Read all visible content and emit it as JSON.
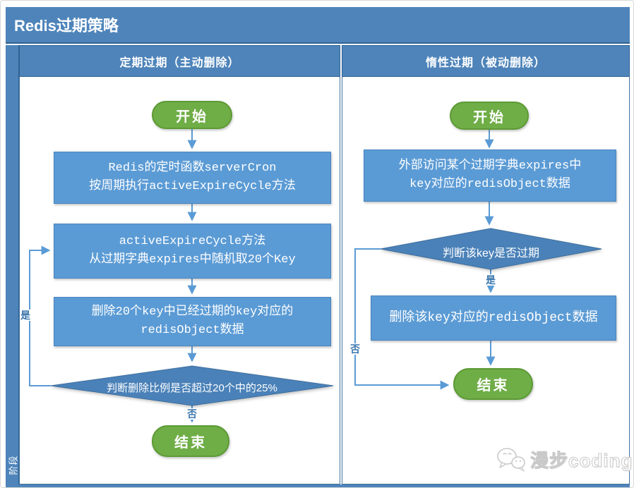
{
  "title": "Redis过期策略",
  "stage_label": "阶段",
  "lanes": [
    {
      "header": "定期过期（主动删除）",
      "nodes": {
        "start": "开始",
        "box1_line1": "Redis的定时函数serverCron",
        "box1_line2": "按周期执行activeExpireCycle方法",
        "box2_line1": "activeExpireCycle方法",
        "box2_line2": "从过期字典expires中随机取20个Key",
        "box3_line1": "删除20个key中已经过期的key对应的",
        "box3_line2": "redisObject数据",
        "decision": "判断删除比例是否超过20个中的25%",
        "yes_label": "是",
        "no_label": "否",
        "end": "结束"
      }
    },
    {
      "header": "惰性过期（被动删除）",
      "nodes": {
        "start": "开始",
        "box1_line1": "外部访问某个过期字典expires中",
        "box1_line2": "key对应的redisObject数据",
        "decision": "判断该key是否过期",
        "yes_label": "是",
        "no_label": "否",
        "box2": "删除该key对应的redisObject数据",
        "end": "结束"
      }
    }
  ],
  "watermark": {
    "icon": "wechat-icon",
    "text": "漫步coding"
  },
  "colors": {
    "frame_blue": "#4e84ba",
    "frame_border": "#2f6293",
    "process_box_blue": "#5b9bd5",
    "diamond_blue": "#4a81b8",
    "start_end_green": "#6fad47",
    "green_border": "#5c9a35",
    "arrow_blue": "#5b9bd5",
    "yes_no_label_blue": "#3c77ad",
    "watermark_gray": "#c9c9c9"
  }
}
